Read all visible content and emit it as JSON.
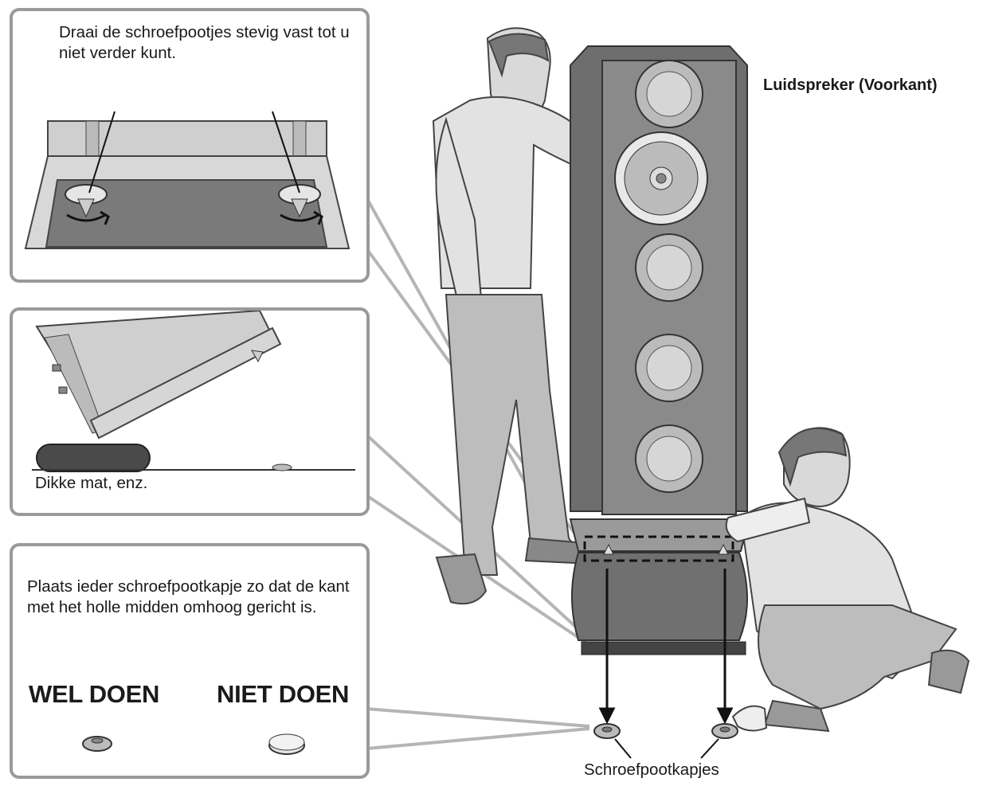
{
  "panels": {
    "top": {
      "text": "Draai de schroefpootjes stevig vast tot u niet verder kunt."
    },
    "middle": {
      "text": "Dikke mat, enz."
    },
    "bottom": {
      "text": "Plaats ieder schroefpootkapje zo dat de kant met het holle midden omhoog gericht is.",
      "do_label": "WEL DOEN",
      "dont_label": "NIET DOEN"
    }
  },
  "labels": {
    "speaker_front": "Luidspreker (Voorkant)",
    "spike_caps": "Schroefpootkapjes"
  },
  "colors": {
    "panel_border": "#9a9a9a",
    "speaker_body": "#6e6e6e",
    "text": "#1a1a1a"
  }
}
